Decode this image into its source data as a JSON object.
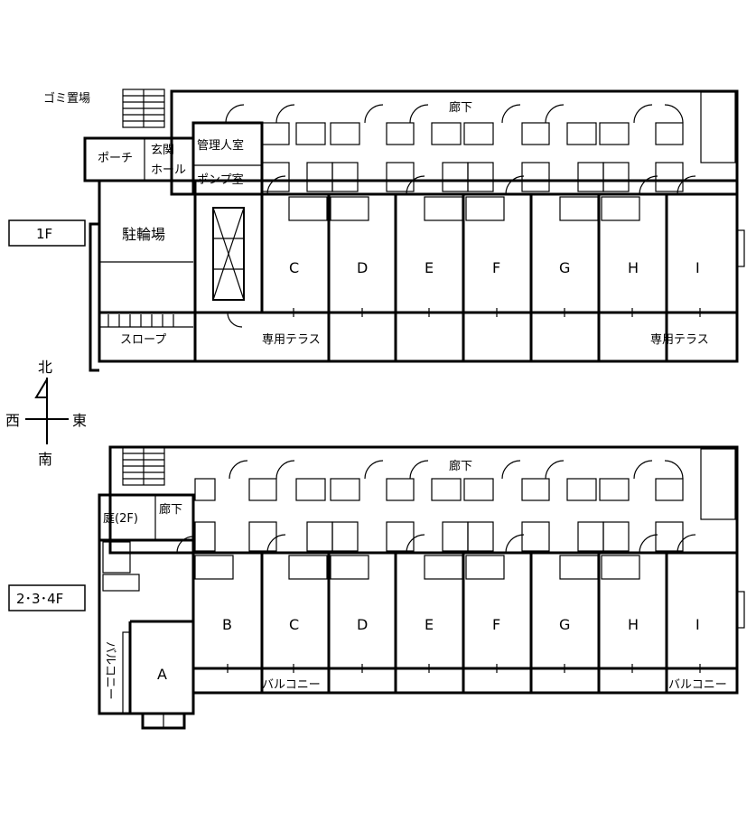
{
  "floor1": {
    "floor_label": "1F",
    "corridor": "廊下",
    "trash": "ゴミ置場",
    "porch": "ポーチ",
    "entrance": "玄関",
    "hall": "ホール",
    "manager": "管理人室",
    "pump": "ポンプ室",
    "bicycle": "駐輪場",
    "slope": "スロープ",
    "terrace_left": "専用テラス",
    "terrace_right": "専用テラス",
    "units": [
      "C",
      "D",
      "E",
      "F",
      "G",
      "H",
      "I"
    ]
  },
  "floor2": {
    "floor_label": "2･3･4F",
    "corridor": "廊下",
    "corridor_small": "廊下",
    "garden": "庭(2F)",
    "balcony_left": "バルコニー",
    "balcony_right": "バルコニー",
    "balcony_vertical": "バルコニー",
    "unit_a": "A",
    "units": [
      "B",
      "C",
      "D",
      "E",
      "F",
      "G",
      "H",
      "I"
    ]
  },
  "compass": {
    "north": "北",
    "south": "南",
    "east": "東",
    "west": "西"
  }
}
